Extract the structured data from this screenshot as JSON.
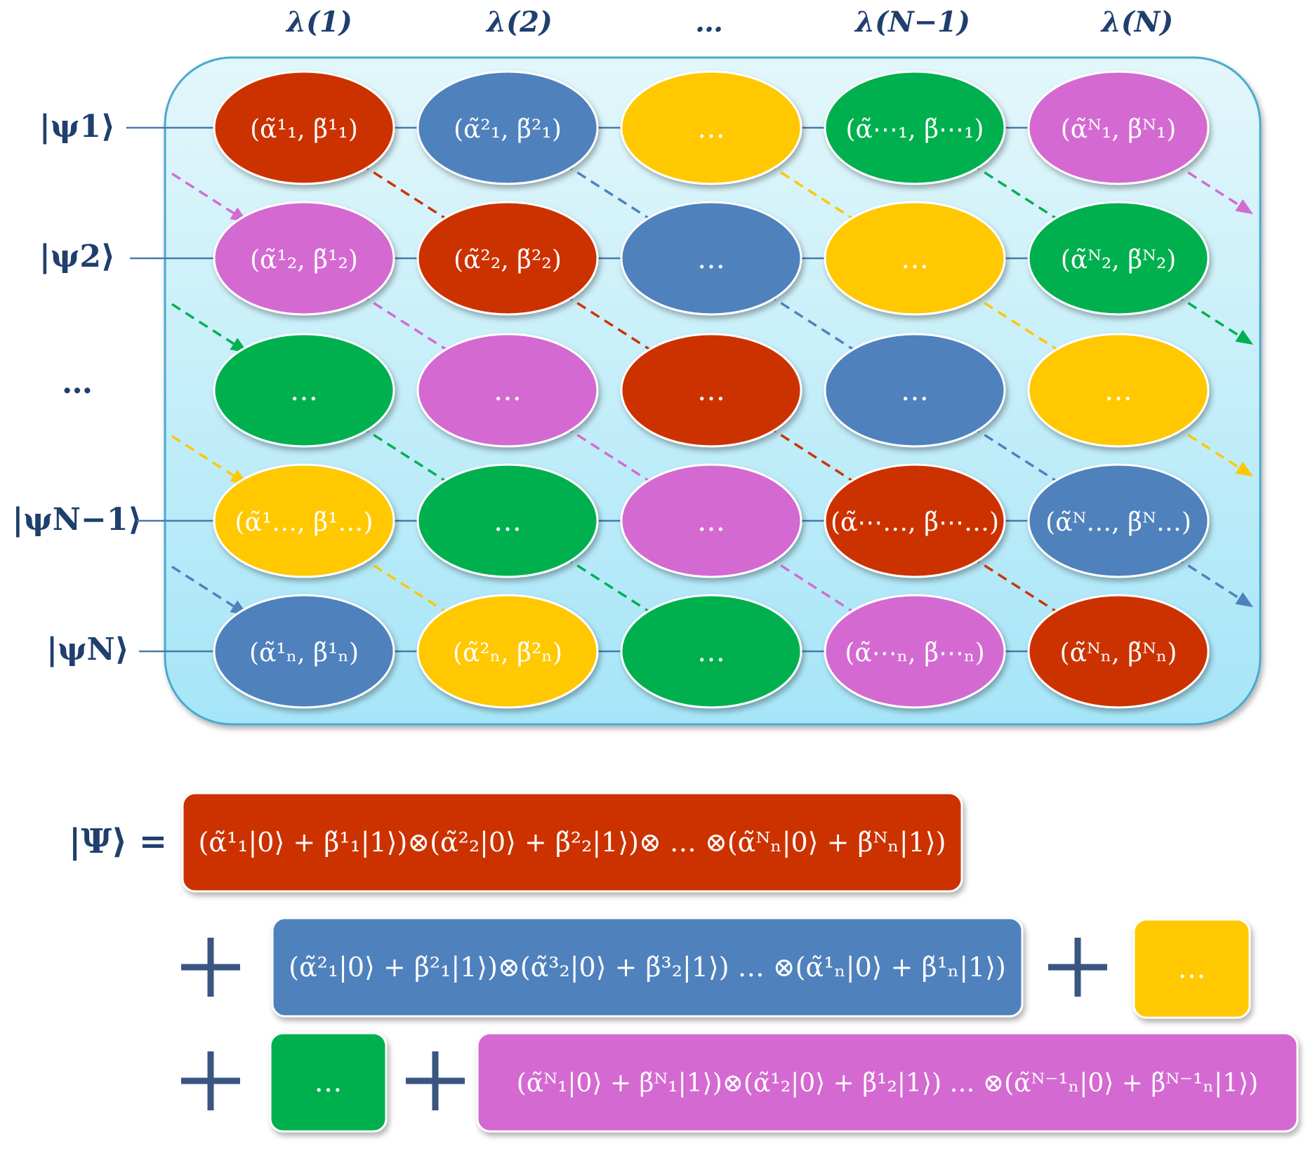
{
  "colors": {
    "red": "#cc3300",
    "blue": "#4f81bd",
    "yellow": "#ffc800",
    "green": "#00b050",
    "pink": "#d46bd1",
    "navy": "#1f3f6e",
    "panel_top": "#e3f7fb",
    "panel_bottom": "#a6e5f8",
    "panel_border": "#4aaacf"
  },
  "column_headers": [
    "λ(1)",
    "λ(2)",
    "…",
    "λ(N−1)",
    "λ(N)"
  ],
  "row_labels": [
    "|ψ1⟩",
    "|ψ2⟩",
    "…",
    "|ψN−1⟩",
    "|ψN⟩"
  ],
  "grid": [
    [
      {
        "color": "red",
        "label": "(α̃¹₁, β̃¹₁)"
      },
      {
        "color": "blue",
        "label": "(α̃²₁, β̃²₁)"
      },
      {
        "color": "yellow",
        "label": "…"
      },
      {
        "color": "green",
        "label": "(α̃⋯₁, β̃⋯₁)"
      },
      {
        "color": "pink",
        "label": "(α̃ᴺ₁, β̃ᴺ₁)"
      }
    ],
    [
      {
        "color": "pink",
        "label": "(α̃¹₂, β̃¹₂)"
      },
      {
        "color": "red",
        "label": "(α̃²₂, β̃²₂)"
      },
      {
        "color": "blue",
        "label": "…"
      },
      {
        "color": "yellow",
        "label": "…"
      },
      {
        "color": "green",
        "label": "(α̃ᴺ₂, β̃ᴺ₂)"
      }
    ],
    [
      {
        "color": "green",
        "label": "…"
      },
      {
        "color": "pink",
        "label": "…"
      },
      {
        "color": "red",
        "label": "…"
      },
      {
        "color": "blue",
        "label": "…"
      },
      {
        "color": "yellow",
        "label": "…"
      }
    ],
    [
      {
        "color": "yellow",
        "label": "(α̃¹…, β̃¹…)"
      },
      {
        "color": "green",
        "label": "…"
      },
      {
        "color": "pink",
        "label": "…"
      },
      {
        "color": "red",
        "label": "(α̃⋯…, β̃⋯…)"
      },
      {
        "color": "blue",
        "label": "(α̃ᴺ…, β̃ᴺ…)"
      }
    ],
    [
      {
        "color": "blue",
        "label": "(α̃¹ₙ, β̃¹ₙ)"
      },
      {
        "color": "yellow",
        "label": "(α̃²ₙ, β̃²ₙ)"
      },
      {
        "color": "green",
        "label": "…"
      },
      {
        "color": "pink",
        "label": "(α̃⋯ₙ, β̃⋯ₙ)"
      },
      {
        "color": "red",
        "label": "(α̃ᴺₙ, β̃ᴺₙ)"
      }
    ]
  ],
  "equation": {
    "lhs": "|Ψ⟩ =",
    "plus": "+",
    "terms": [
      {
        "color": "red",
        "text": "(α̃¹₁|0⟩ + β̃¹₁|1⟩)⊗(α̃²₂|0⟩ + β̃²₂|1⟩)⊗ … ⊗(α̃ᴺₙ|0⟩ + β̃ᴺₙ|1⟩)"
      },
      {
        "color": "blue",
        "text": "(α̃²₁|0⟩ + β̃²₁|1⟩)⊗(α̃³₂|0⟩ + β̃³₂|1⟩) … ⊗(α̃¹ₙ|0⟩ + β̃¹ₙ|1⟩)"
      },
      {
        "color": "yellow",
        "text": "…"
      },
      {
        "color": "green",
        "text": "…"
      },
      {
        "color": "pink",
        "text": "(α̃ᴺ₁|0⟩ + β̃ᴺ₁|1⟩)⊗(α̃¹₂|0⟩ + β̃¹₂|1⟩) … ⊗(α̃ᴺ⁻¹ₙ|0⟩ + β̃ᴺ⁻¹ₙ|1⟩)"
      }
    ]
  }
}
